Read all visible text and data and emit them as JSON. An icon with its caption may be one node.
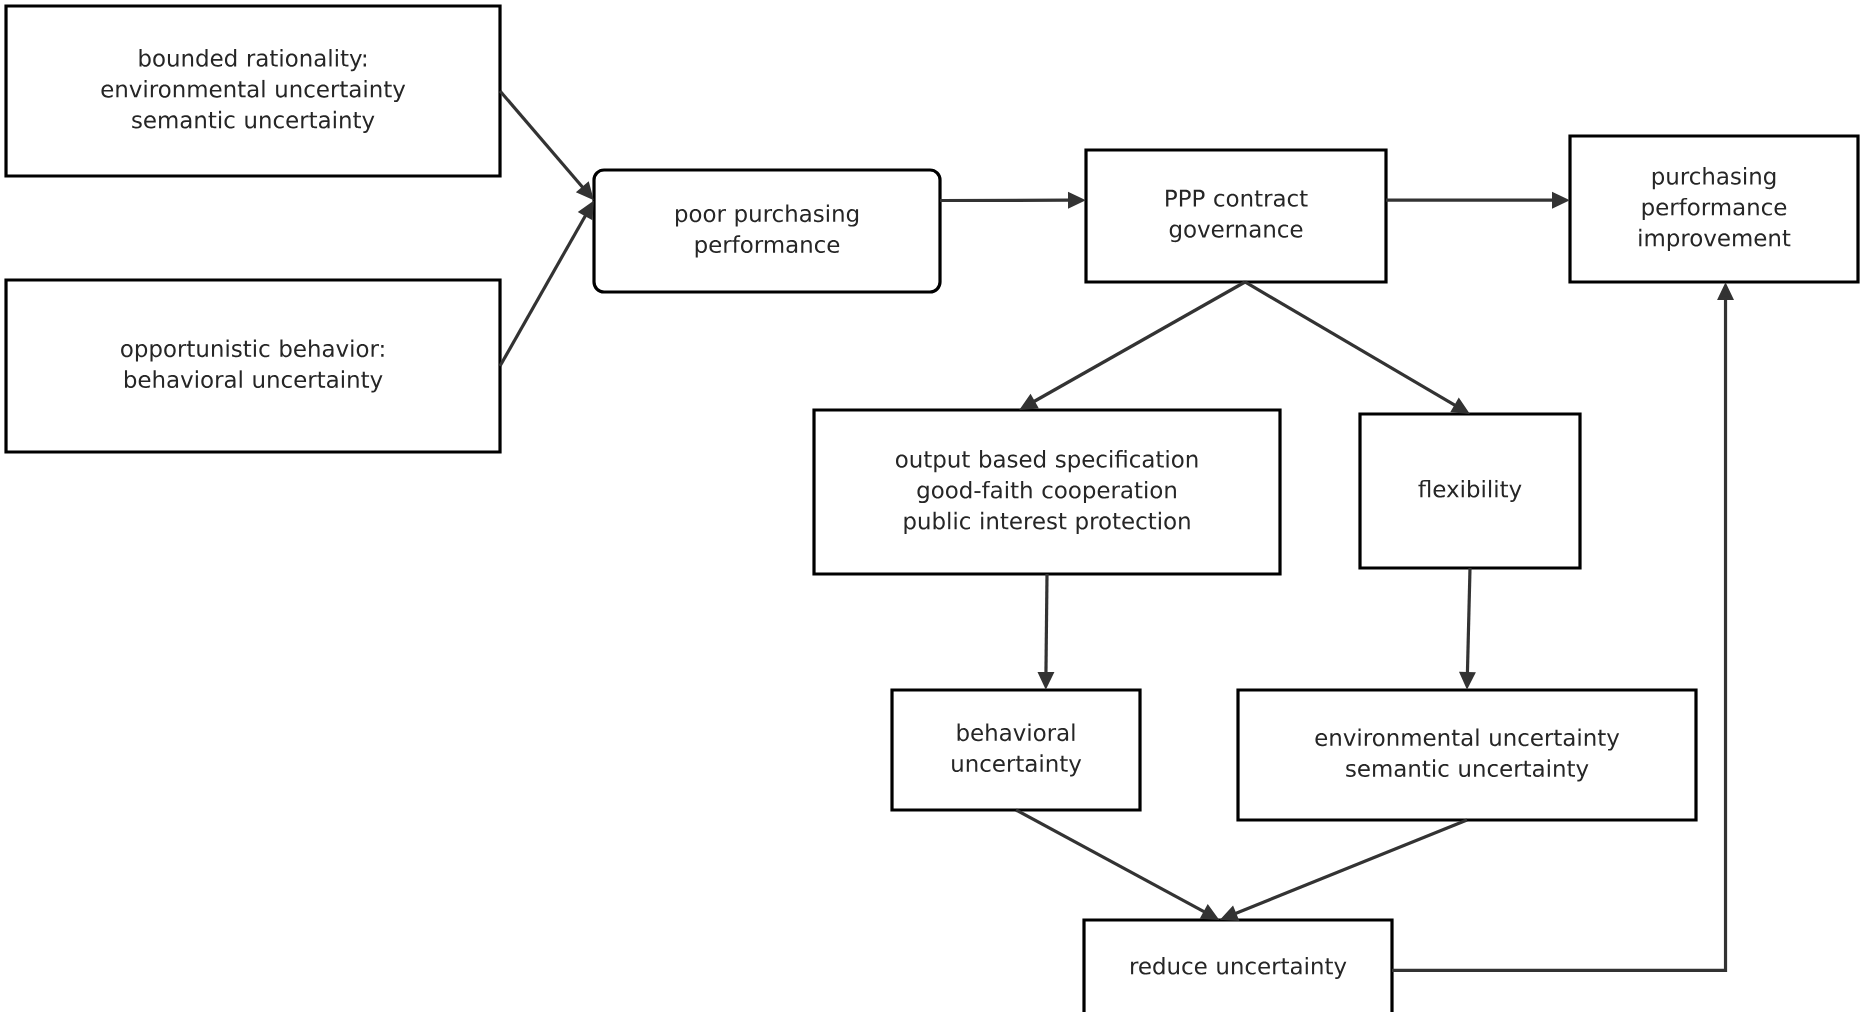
{
  "diagram": {
    "nodes": [
      {
        "text": [
          "bounded rationality: environmental uncertainty semantic uncertainty"
        ]
      },
      {
        "text": [
          "opportunistic behavior: behavioral uncertainty"
        ]
      },
      {
        "text": [
          "poor purchasing performance"
        ]
      },
      {
        "text": [
          "PPP contract governance"
        ]
      },
      {
        "text": [
          "purchasing performance improvement"
        ]
      },
      {
        "text": [
          "output based specification good-faith cooperation public interest protection"
        ]
      },
      {
        "text": [
          "flexibility"
        ]
      },
      {
        "text": [
          "behavioral uncertainty"
        ]
      },
      {
        "text": [
          "environmental uncertainty semantic uncertainty"
        ]
      },
      {
        "text": [
          "reduce uncertainty"
        ]
      }
    ],
    "edges": [
      {
        "from": 0,
        "to": 2,
        "arrow": "to"
      },
      {
        "from": 1,
        "to": 2,
        "arrow": "to"
      },
      {
        "from": 2,
        "to": 3,
        "arrow": "to"
      },
      {
        "from": 3,
        "to": 4,
        "arrow": "to"
      },
      {
        "from": 3,
        "to": 5,
        "arrow": "to"
      },
      {
        "from": 3,
        "to": 6,
        "arrow": "to"
      },
      {
        "from": 5,
        "to": 7,
        "arrow": "to"
      },
      {
        "from": 6,
        "to": 8,
        "arrow": "to"
      },
      {
        "from": 7,
        "to": 9,
        "arrow": "to"
      },
      {
        "from": 8,
        "to": 9,
        "arrow": "to"
      },
      {
        "from": 9,
        "to": 4,
        "arrow": "to"
      }
    ]
  }
}
